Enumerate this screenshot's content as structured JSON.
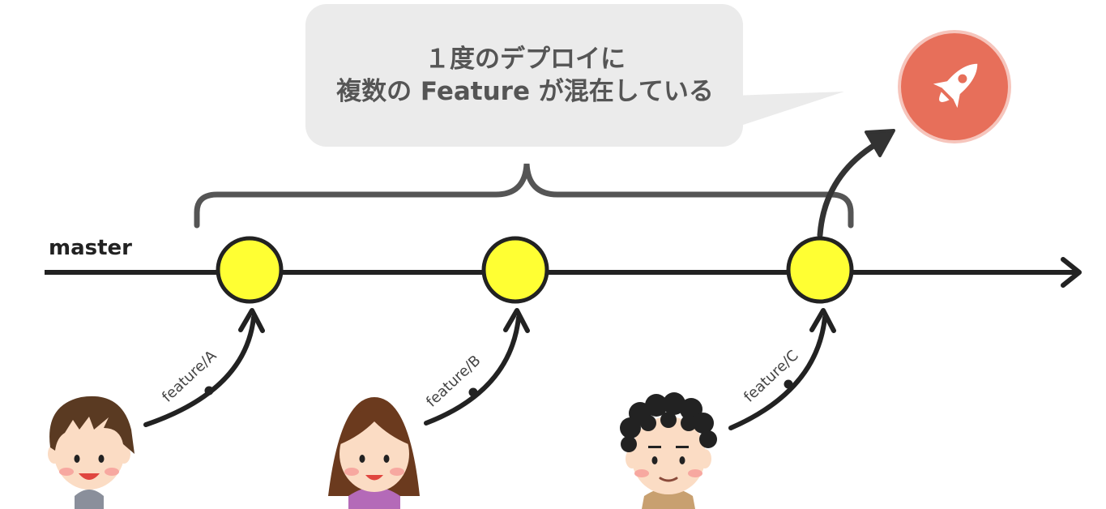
{
  "bubble": {
    "line1": "１度のデプロイに",
    "line2": "複数の Feature が混在している"
  },
  "master": {
    "label": "master"
  },
  "branches": [
    {
      "label": "feature/A"
    },
    {
      "label": "feature/B"
    },
    {
      "label": "feature/C"
    }
  ],
  "icons": {
    "deploy": "rocket-icon",
    "developers": [
      "boy-face-icon",
      "girl-face-icon",
      "curly-hair-man-face-icon"
    ]
  },
  "colors": {
    "commit_fill": "#ffff33",
    "line": "#222222",
    "bubble_bg": "#ebebeb",
    "bubble_text": "#555555",
    "rocket_bg": "#e76f5a"
  }
}
